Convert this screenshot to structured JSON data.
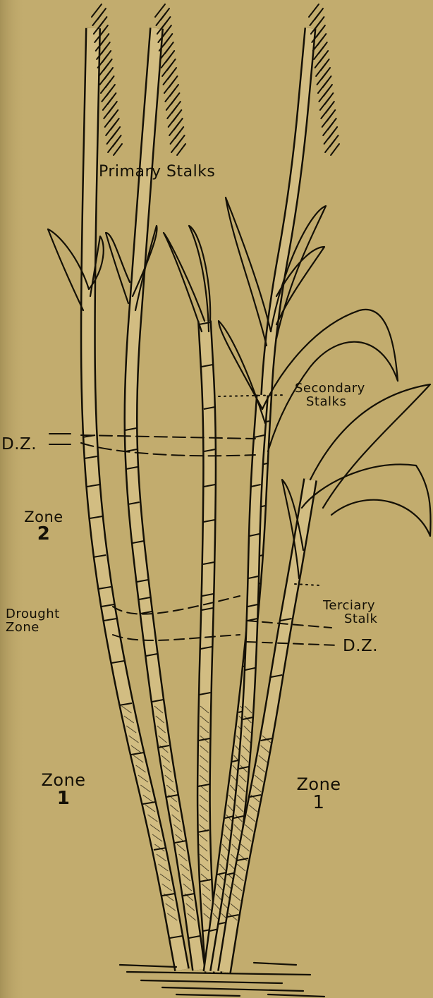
{
  "labels": {
    "primary_stalks": "Primary Stalks",
    "secondary_stalks_1": "Secondary",
    "secondary_stalks_2": "Stalks",
    "dz_top": "D.Z.",
    "zone2_word": "Zone",
    "zone2_num": "2",
    "drought_zone_1": "Drought",
    "drought_zone_2": "Zone",
    "terciary_1": "Terciary",
    "terciary_2": "Stalk",
    "dz_right": "D.Z.",
    "zone1_left_word": "Zone",
    "zone1_left_num": "1",
    "zone1_right_word": "Zone",
    "zone1_right_num": "1"
  },
  "colors": {
    "paper": "#c2ac6e",
    "ink": "#141006",
    "stalk_fill": "#d2bd82"
  },
  "stalks": [
    {
      "name": "primary-stalk-1",
      "type": "primary",
      "has_tassel": true
    },
    {
      "name": "primary-stalk-2",
      "type": "primary",
      "has_tassel": true
    },
    {
      "name": "primary-stalk-3",
      "type": "primary",
      "has_tassel": false
    },
    {
      "name": "primary-stalk-4",
      "type": "primary",
      "has_tassel": true
    },
    {
      "name": "secondary-stalk",
      "type": "secondary",
      "has_tassel": false
    },
    {
      "name": "terciary-stalk",
      "type": "terciary",
      "has_tassel": false
    }
  ]
}
